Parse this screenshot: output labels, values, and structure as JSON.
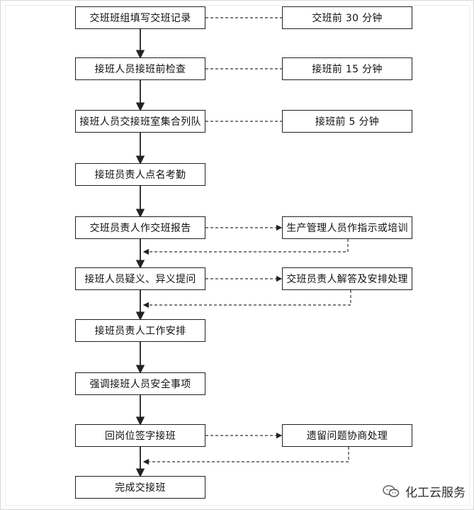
{
  "flowchart": {
    "steps": [
      {
        "main": "交班班组填写交班记录",
        "side": "交班前 30 分钟"
      },
      {
        "main": "接班人员接班前检查",
        "side": "接班前 15 分钟"
      },
      {
        "main": "接班人员交接班室集合列队",
        "side": "接班前 5 分钟"
      },
      {
        "main": "接班员责人点名考勤"
      },
      {
        "main": "交班员责人作交班报告",
        "side": "生产管理人员作指示或培训"
      },
      {
        "main": "接班人员疑义、异义提问",
        "side": "交班员责人解答及安排处理"
      },
      {
        "main": "接班员责人工作安排"
      },
      {
        "main": "强调接班人员安全事项"
      },
      {
        "main": "回岗位签字接班",
        "side": "遗留问题协商处理"
      },
      {
        "main": "完成交接班"
      }
    ]
  },
  "watermark": {
    "text": "化工云服务",
    "icon": "wechat-icon"
  },
  "colors": {
    "line": "#222222",
    "frame": "#d7d7d7"
  }
}
